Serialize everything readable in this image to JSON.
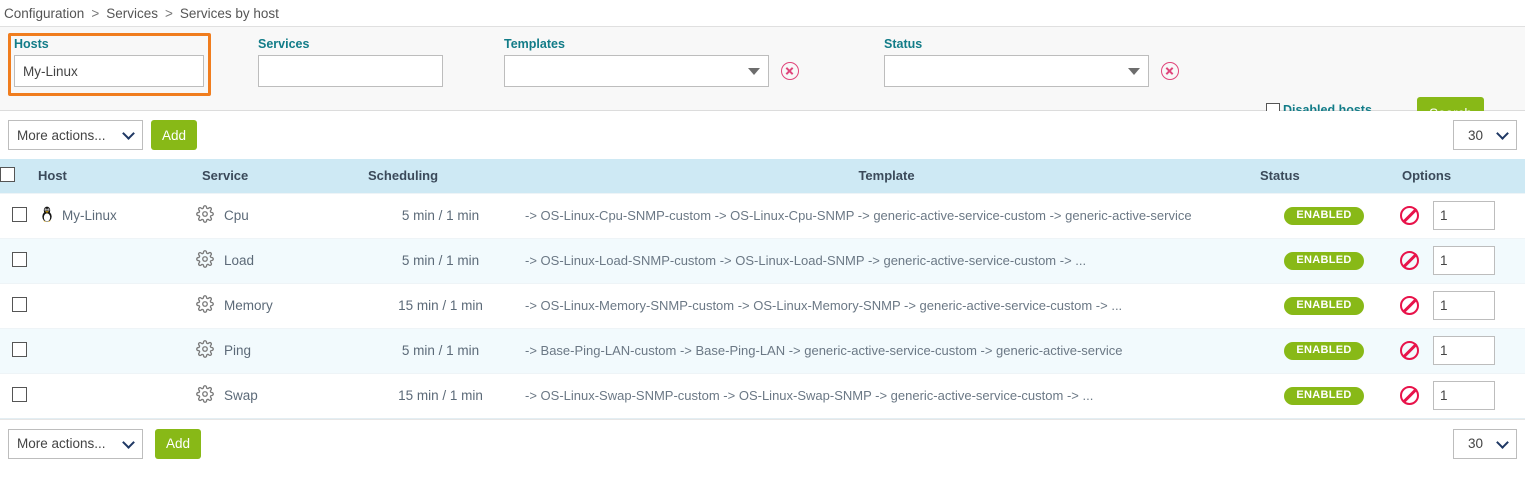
{
  "breadcrumb": {
    "items": [
      "Configuration",
      "Services",
      "Services by host"
    ],
    "separator": ">"
  },
  "filters": {
    "hosts": {
      "label": "Hosts",
      "value": "My-Linux",
      "placeholder": ""
    },
    "services": {
      "label": "Services",
      "value": "",
      "placeholder": ""
    },
    "templates": {
      "label": "Templates",
      "value": "",
      "placeholder": ""
    },
    "status": {
      "label": "Status",
      "value": "",
      "placeholder": ""
    },
    "disabled_hosts_label": "Disabled hosts",
    "search_label": "Search",
    "panel_tag": "Filters",
    "highlight_color": "#f07d1e",
    "label_color": "#127c88",
    "button_color": "#88b917"
  },
  "toolbar_top": {
    "more_actions_label": "More actions...",
    "add_label": "Add",
    "page_size": "30"
  },
  "toolbar_bottom": {
    "more_actions_label": "More actions...",
    "add_label": "Add",
    "page_size": "30"
  },
  "table": {
    "columns": [
      "Host",
      "Service",
      "Scheduling",
      "Template",
      "Status",
      "Options"
    ],
    "rows": [
      {
        "host": "My-Linux",
        "host_icon": "tux-linux-icon",
        "service": "Cpu",
        "service_icon": "gear-icon",
        "scheduling": "5 min / 1 min",
        "template": "-> OS-Linux-Cpu-SNMP-custom -> OS-Linux-Cpu-SNMP -> generic-active-service-custom -> generic-active-service",
        "status": "ENABLED",
        "option_value": "1"
      },
      {
        "host": "",
        "host_icon": "",
        "service": "Load",
        "service_icon": "gear-icon",
        "scheduling": "5 min / 1 min",
        "template": "-> OS-Linux-Load-SNMP-custom -> OS-Linux-Load-SNMP -> generic-active-service-custom -> ...",
        "status": "ENABLED",
        "option_value": "1"
      },
      {
        "host": "",
        "host_icon": "",
        "service": "Memory",
        "service_icon": "gear-icon",
        "scheduling": "15 min / 1 min",
        "template": "-> OS-Linux-Memory-SNMP-custom -> OS-Linux-Memory-SNMP -> generic-active-service-custom -> ...",
        "status": "ENABLED",
        "option_value": "1"
      },
      {
        "host": "",
        "host_icon": "",
        "service": "Ping",
        "service_icon": "gear-icon",
        "scheduling": "5 min / 1 min",
        "template": "-> Base-Ping-LAN-custom -> Base-Ping-LAN -> generic-active-service-custom -> generic-active-service",
        "status": "ENABLED",
        "option_value": "1"
      },
      {
        "host": "",
        "host_icon": "",
        "service": "Swap",
        "service_icon": "gear-icon",
        "scheduling": "15 min / 1 min",
        "template": "-> OS-Linux-Swap-SNMP-custom -> OS-Linux-Swap-SNMP -> generic-active-service-custom -> ...",
        "status": "ENABLED",
        "option_value": "1"
      }
    ],
    "header_bg": "#cee9f4",
    "status_badge_color": "#88b917",
    "deny_icon_color": "#e8134a"
  }
}
